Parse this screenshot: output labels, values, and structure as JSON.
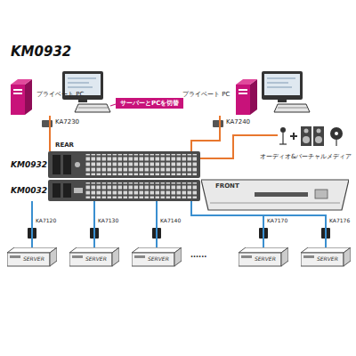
{
  "diagram": {
    "title": "KM0932",
    "nodes": [
      {
        "text": [
          "プライベート PC"
        ]
      },
      {
        "text": [
          "サーバーとPCを切替"
        ]
      },
      {
        "text": [
          "プライベート PC"
        ]
      },
      {
        "text": [
          "KM0932"
        ]
      },
      {
        "text": [
          "KM0032"
        ]
      },
      {
        "text": [
          "FRONT"
        ]
      },
      {
        "text": [
          "SERVER"
        ]
      },
      {
        "text": [
          "SERVER"
        ]
      },
      {
        "text": [
          "SERVER"
        ]
      },
      {
        "text": [
          "SERVER"
        ]
      },
      {
        "text": [
          "SERVER"
        ]
      }
    ],
    "edges": [
      {
        "from": 0,
        "to": 3,
        "arrow": "none"
      },
      {
        "from": 2,
        "to": 3,
        "arrow": "none"
      },
      {
        "from": 4,
        "to": 6,
        "arrow": "none"
      },
      {
        "from": 4,
        "to": 7,
        "arrow": "none"
      },
      {
        "from": 4,
        "to": 8,
        "arrow": "none"
      },
      {
        "from": 4,
        "to": 9,
        "arrow": "none"
      },
      {
        "from": 4,
        "to": 10,
        "arrow": "none"
      }
    ],
    "labels": [
      "KA7230",
      "KA7240",
      "REAR",
      "オーディオ&バーチャルメディア",
      "KA7120",
      "KA7130",
      "KA7140",
      "KA7170",
      "KA7176",
      "......"
    ]
  }
}
